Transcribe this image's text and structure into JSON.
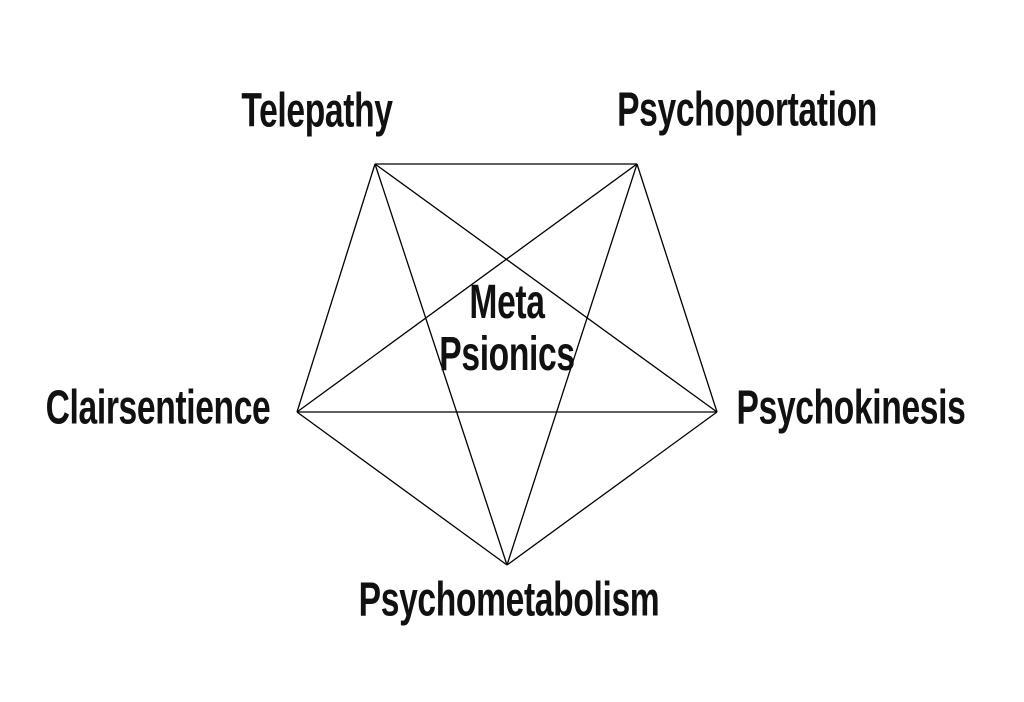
{
  "diagram": {
    "type": "complete-graph-pentagon",
    "center_label": {
      "line1": "Meta",
      "line2": "Psionics"
    },
    "nodes": [
      {
        "id": "telepathy",
        "label": "Telepathy",
        "position": "top-left"
      },
      {
        "id": "psychoportation",
        "label": "Psychoportation",
        "position": "top-right"
      },
      {
        "id": "psychokinesis",
        "label": "Psychokinesis",
        "position": "right"
      },
      {
        "id": "psychometabolism",
        "label": "Psychometabolism",
        "position": "bottom"
      },
      {
        "id": "clairsentience",
        "label": "Clairsentience",
        "position": "left"
      }
    ],
    "edges": [
      "telepathy-psychoportation",
      "psychoportation-psychokinesis",
      "psychokinesis-psychometabolism",
      "psychometabolism-clairsentience",
      "clairsentience-telepathy",
      "telepathy-psychokinesis",
      "telepathy-psychometabolism",
      "psychoportation-clairsentience",
      "psychoportation-psychometabolism",
      "clairsentience-psychokinesis"
    ],
    "colors": {
      "line": "#000000",
      "text": "#111111",
      "background": "#ffffff"
    }
  }
}
